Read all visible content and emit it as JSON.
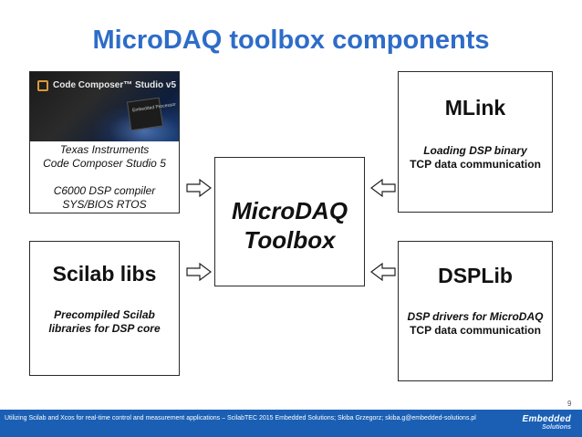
{
  "slide": {
    "title": "MicroDAQ toolbox components",
    "page_number": "9"
  },
  "ti_box": {
    "banner_text": "Code Composer™ Studio v5",
    "chip_label": "Embedded Processor",
    "line1": "Texas Instruments",
    "line2": "Code Composer Studio 5",
    "line3": "C6000 DSP compiler",
    "line4": "SYS/BIOS RTOS"
  },
  "scilab_box": {
    "heading": "Scilab libs",
    "line1": "Precompiled Scilab",
    "line2": "libraries for DSP core"
  },
  "center_box": {
    "line1": "MicroDAQ",
    "line2": "Toolbox"
  },
  "mlink_box": {
    "heading": "MLink",
    "line1": "Loading DSP binary",
    "line2": "TCP data communication"
  },
  "dsplib_box": {
    "heading": "DSPLib",
    "line1": "DSP drivers for MicroDAQ",
    "line2": "TCP data communication"
  },
  "footer": {
    "line1": "Utilizing Scilab and Xcos for real-time control and measurement applications – ScilabTEC 2015",
    "line2": "Embedded Solutions; Skiba Grzegorz; skiba.g@embedded-solutions.pl",
    "logo_line1": "Embedded",
    "logo_line2": "Solutions"
  },
  "colors": {
    "title": "#2e6cc8",
    "footer_bg": "#1a5fb4",
    "box_border": "#2a2a2a"
  }
}
